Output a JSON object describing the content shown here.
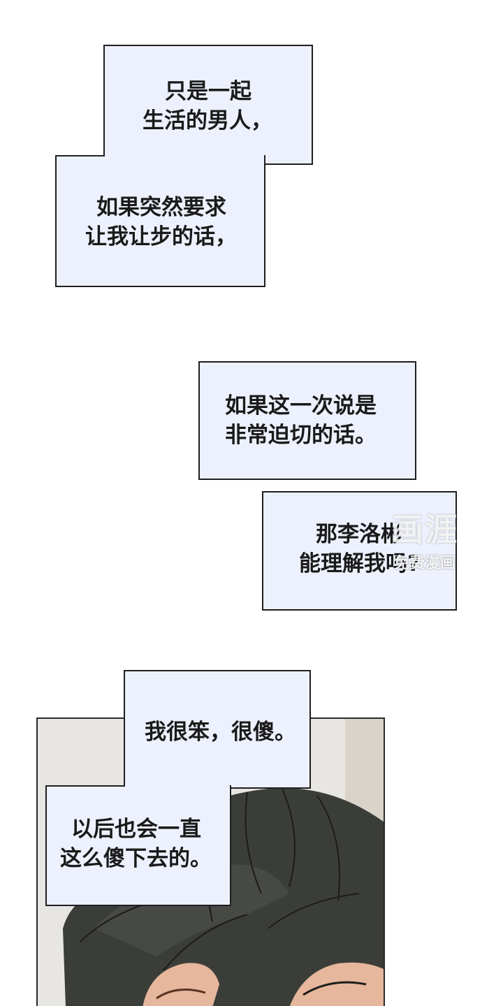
{
  "bubbles": {
    "b1": {
      "line1": "只是一起",
      "line2": "生活的男人，"
    },
    "b2": {
      "line1": "如果突然要求",
      "line2": "让我让步的话，"
    },
    "b3": {
      "line1": "如果这一次说是",
      "line2": "非常迫切的话。"
    },
    "b4": {
      "line1": "那李洛彬",
      "line2": "能理解我吗?"
    },
    "b5": {
      "line1": "我很笨，很傻。"
    },
    "b6": {
      "line1": "以后也会一直",
      "line2": "这么傻下去的。"
    }
  },
  "watermark": {
    "big": "画涯",
    "small": "免费漫画"
  },
  "colors": {
    "bubble_fill": "#edf1fd",
    "border": "#1f1f1f",
    "hair": "#3a3c37"
  }
}
